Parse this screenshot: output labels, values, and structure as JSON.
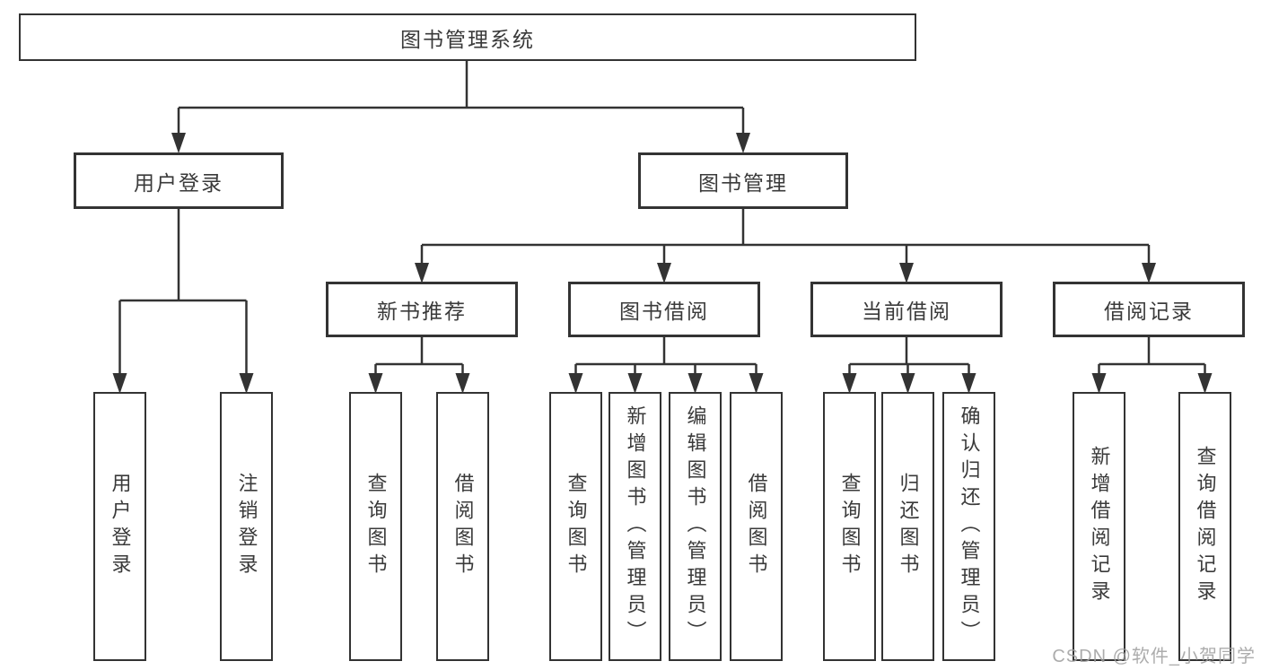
{
  "diagram": {
    "title": "图书管理系统",
    "level2": [
      {
        "label": "用户登录",
        "leaves": [
          "用户登录",
          "注销登录"
        ]
      },
      {
        "label": "图书管理"
      }
    ],
    "level3": [
      {
        "label": "新书推荐",
        "leaves": [
          "查询图书",
          "借阅图书"
        ]
      },
      {
        "label": "图书借阅",
        "leaves": [
          "查询图书",
          "新增图书（管理员）",
          "编辑图书（管理员）",
          "借阅图书"
        ]
      },
      {
        "label": "当前借阅",
        "leaves": [
          "查询图书",
          "归还图书",
          "确认归还（管理员）"
        ]
      },
      {
        "label": "借阅记录",
        "leaves": [
          "新增借阅记录",
          "查询借阅记录"
        ]
      }
    ]
  },
  "watermark": {
    "text": "CSDN @软件_小贺同学"
  },
  "colors": {
    "line": "#333333",
    "border": "#333333",
    "text": "#3a3a3a",
    "background": "#ffffff",
    "watermark": "#9e9e9e"
  }
}
